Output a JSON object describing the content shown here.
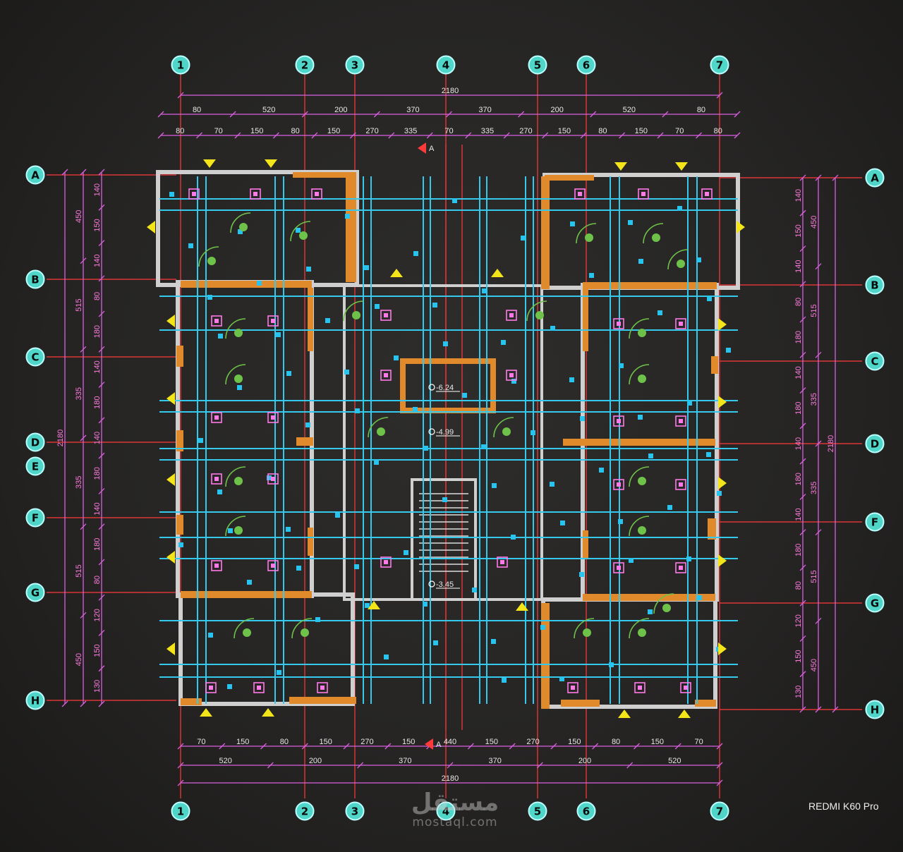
{
  "drawing": {
    "grid_columns": [
      "1",
      "2",
      "3",
      "4",
      "5",
      "6",
      "7"
    ],
    "grid_rows": [
      "A",
      "B",
      "C",
      "D",
      "E",
      "F",
      "G",
      "H"
    ],
    "overall_width_top": "2180",
    "overall_width_bottom": "2180",
    "top_dims_row1": [
      "80",
      "520",
      "200",
      "370",
      "370",
      "200",
      "520",
      "80"
    ],
    "top_dims_row2": [
      "80",
      "70",
      "150",
      "80",
      "150",
      "270",
      "335",
      "70",
      "335",
      "270",
      "150",
      "80",
      "150",
      "70",
      "80"
    ],
    "bottom_dims_row1": [
      "70",
      "150",
      "80",
      "150",
      "270",
      "150",
      "440",
      "150",
      "270",
      "150",
      "80",
      "150",
      "70"
    ],
    "bottom_dims_row2": [
      "520",
      "200",
      "370",
      "370",
      "200",
      "520"
    ],
    "left_overall": "2180",
    "right_overall": "2180",
    "left_group_dims": [
      "450",
      "515",
      "335",
      "335",
      "515",
      "450"
    ],
    "left_segment_dims": [
      "140",
      "150",
      "140",
      "80",
      "180",
      "140",
      "180",
      "140",
      "180",
      "140",
      "180",
      "80",
      "120",
      "150",
      "130"
    ],
    "right_group_dims": [
      "450",
      "515",
      "335",
      "335",
      "515",
      "450"
    ],
    "right_segment_dims": [
      "140",
      "150",
      "140",
      "80",
      "180",
      "140",
      "180",
      "140",
      "180",
      "140",
      "180",
      "80",
      "120",
      "150",
      "130"
    ],
    "section_mark": "A",
    "levels": [
      "-6.24",
      "-4.99",
      "-3.45"
    ]
  },
  "watermark": {
    "arabic": "مستقل",
    "latin": "mostaql.com"
  },
  "device_label": "REDMI K60 Pro",
  "colors": {
    "wall": "#e0e0e0",
    "column": "#e08a2c",
    "beam": "#35c9ee",
    "grid": "#ff3a3a",
    "dimension": "#d95fe0",
    "door": "#6ec24a",
    "axis_bubble": "#4fd6c9",
    "symbol": "#f4e51b"
  }
}
